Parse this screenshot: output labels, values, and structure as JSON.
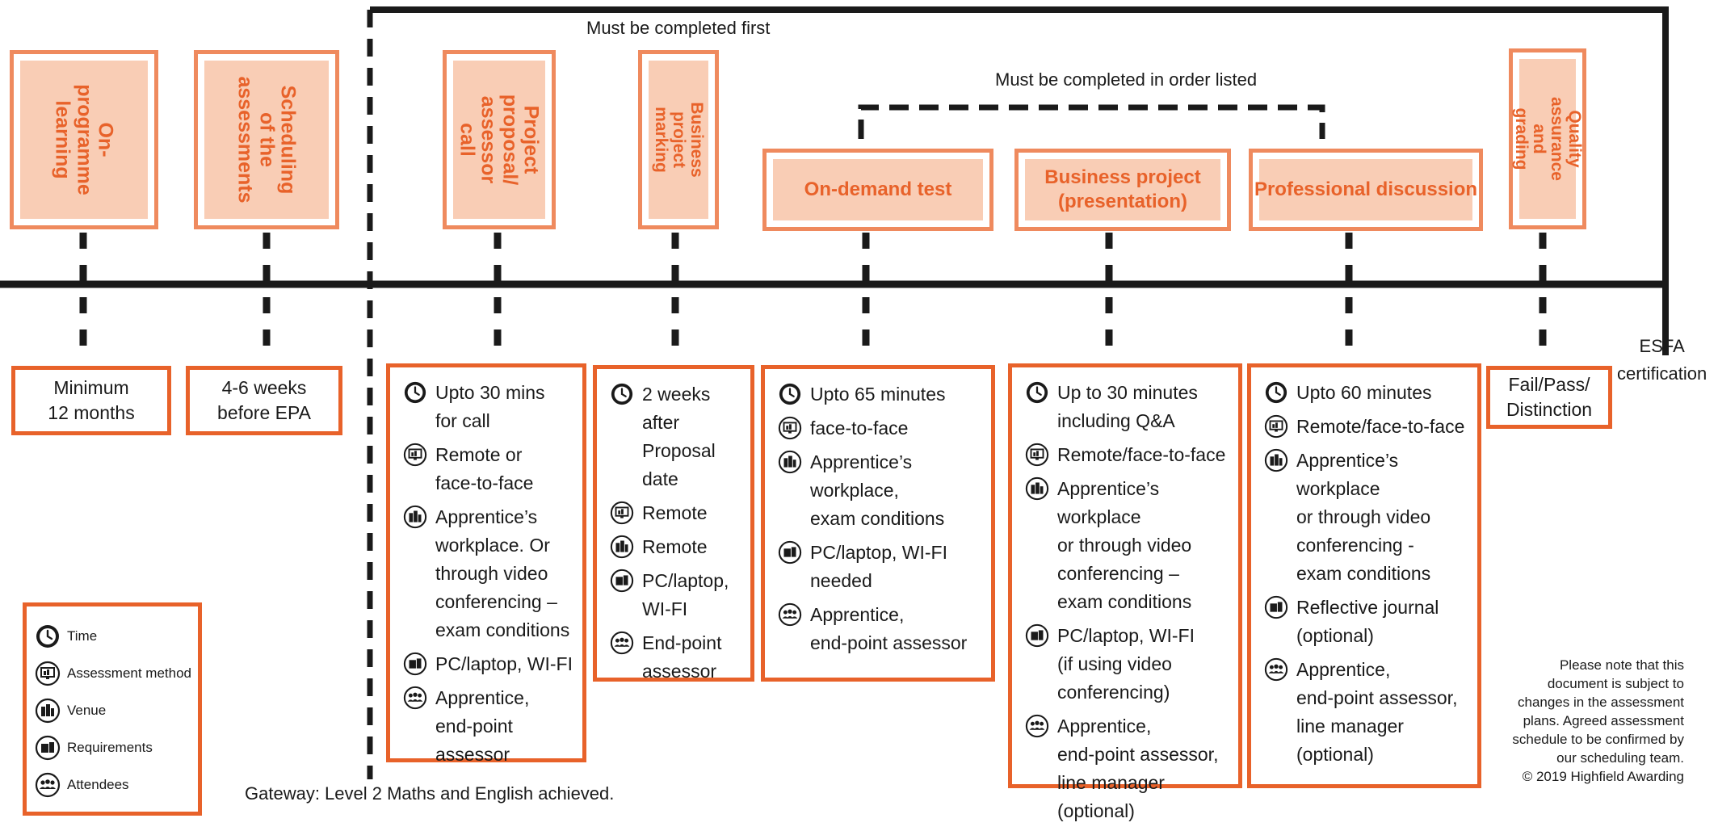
{
  "colors": {
    "accent": "#e8622a",
    "accent_light": "#ef8a5e",
    "fill": "#f9cdb5",
    "line": "#1a1a1a"
  },
  "labels": {
    "must_first": "Must be completed first",
    "must_order": "Must be completed in order listed",
    "esfa": "ESFA\ncertification",
    "gateway": "Gateway:  Level 2 Maths and English achieved."
  },
  "stages": [
    {
      "title": "On-programme\nlearning"
    },
    {
      "title": "Scheduling\nof the\nassessments"
    },
    {
      "title": "Project\nproposal/\nassessor call"
    },
    {
      "title": "Business project\nmarking"
    },
    {
      "title": "On-demand test"
    },
    {
      "title": "Business project\n(presentation)"
    },
    {
      "title": "Professional discussion"
    },
    {
      "title": "Quality assurance\nand grading"
    }
  ],
  "details": {
    "on_programme": "Minimum\n12 months",
    "scheduling": "4-6 weeks\nbefore EPA",
    "quality": "Fail/Pass/\nDistinction",
    "project_proposal": [
      {
        "icon": "clock-icon",
        "text": "Upto 30 mins\nfor call"
      },
      {
        "icon": "assessment-method-icon",
        "text": "Remote or\nface-to-face"
      },
      {
        "icon": "venue-icon",
        "text": "Apprentice’s\nworkplace. Or\nthrough video\nconferencing –\nexam conditions"
      },
      {
        "icon": "requirements-icon",
        "text": "PC/laptop, WI-FI"
      },
      {
        "icon": "attendees-icon",
        "text": "Apprentice,\nend-point assessor"
      }
    ],
    "project_marking": [
      {
        "icon": "clock-icon",
        "text": "2 weeks after\nProposal date"
      },
      {
        "icon": "assessment-method-icon",
        "text": "Remote"
      },
      {
        "icon": "venue-icon",
        "text": "Remote"
      },
      {
        "icon": "requirements-icon",
        "text": "PC/laptop,\nWI-FI"
      },
      {
        "icon": "attendees-icon",
        "text": "End-point\nassessor"
      }
    ],
    "on_demand_test": [
      {
        "icon": "clock-icon",
        "text": "Upto 65 minutes"
      },
      {
        "icon": "assessment-method-icon",
        "text": "face-to-face"
      },
      {
        "icon": "venue-icon",
        "text": "Apprentice’s workplace,\nexam conditions"
      },
      {
        "icon": "requirements-icon",
        "text": "PC/laptop, WI-FI needed"
      },
      {
        "icon": "attendees-icon",
        "text": "Apprentice,\nend-point assessor"
      }
    ],
    "presentation": [
      {
        "icon": "clock-icon",
        "text": "Up to 30 minutes\nincluding Q&A"
      },
      {
        "icon": "assessment-method-icon",
        "text": "Remote/face-to-face"
      },
      {
        "icon": "venue-icon",
        "text": "Apprentice’s workplace\nor through video\nconferencing –\n exam conditions"
      },
      {
        "icon": "requirements-icon",
        "text": "PC/laptop, WI-FI\n(if using video\nconferencing)"
      },
      {
        "icon": "attendees-icon",
        "text": "Apprentice,\nend-point assessor,\nline manager (optional)"
      }
    ],
    "discussion": [
      {
        "icon": "clock-icon",
        "text": "Upto 60 minutes"
      },
      {
        "icon": "assessment-method-icon",
        "text": "Remote/face-to-face"
      },
      {
        "icon": "venue-icon",
        "text": "Apprentice’s workplace\nor through video\nconferencing -\n exam conditions"
      },
      {
        "icon": "requirements-icon",
        "text": "Reflective journal\n(optional)"
      },
      {
        "icon": "attendees-icon",
        "text": "Apprentice,\nend-point assessor,\nline manager (optional)"
      }
    ]
  },
  "legend": [
    {
      "icon": "clock-icon",
      "label": "Time"
    },
    {
      "icon": "assessment-method-icon",
      "label": "Assessment method"
    },
    {
      "icon": "venue-icon",
      "label": "Venue"
    },
    {
      "icon": "requirements-icon",
      "label": "Requirements"
    },
    {
      "icon": "attendees-icon",
      "label": "Attendees"
    }
  ],
  "note": "Please note that this\ndocument is subject to\nchanges in the assessment\nplans.  Agreed assessment\nschedule to be confirmed by\nour scheduling team.\n© 2019 Highfield Awarding"
}
